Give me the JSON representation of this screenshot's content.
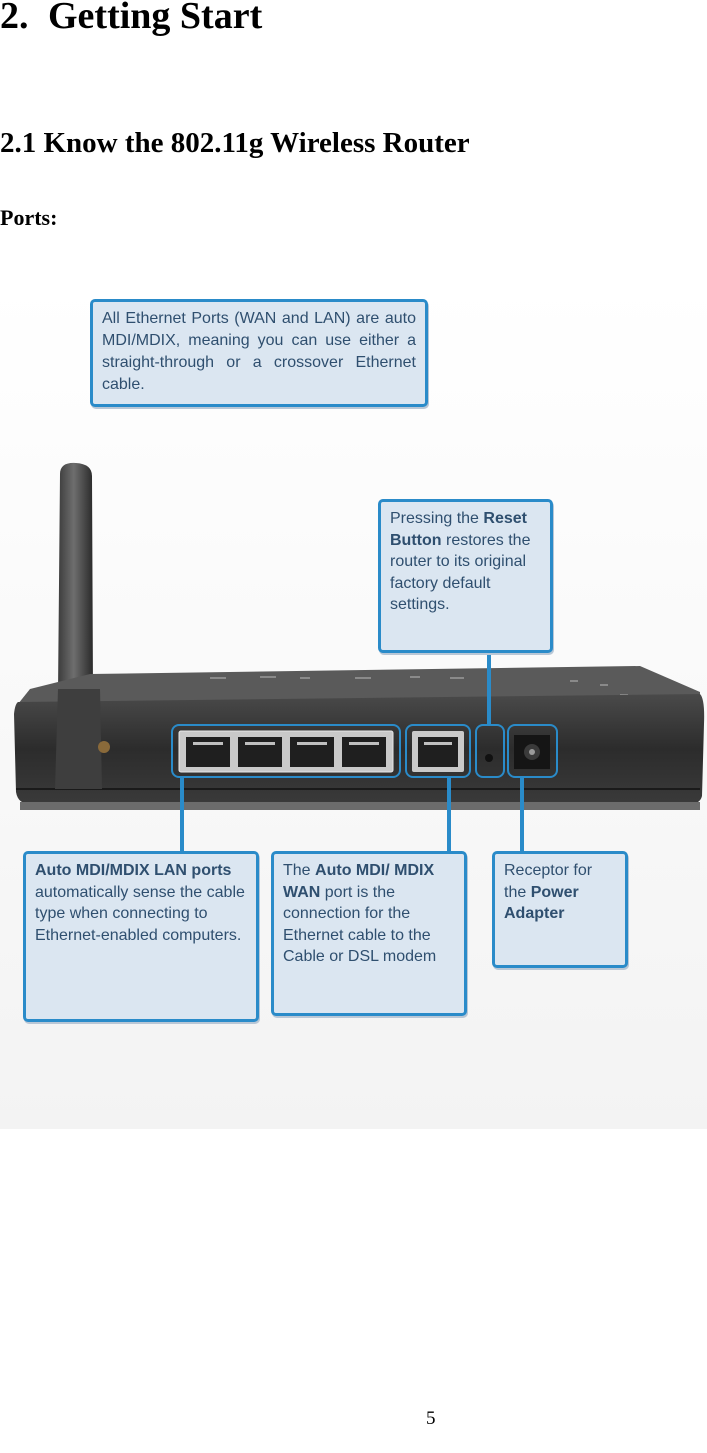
{
  "heading": {
    "number": "2.",
    "title": "Getting Start"
  },
  "section": {
    "title": "2.1 Know the 802.11g Wireless Router"
  },
  "subsection": {
    "title": "Ports:"
  },
  "figure": {
    "callouts": {
      "ethernet": "All Ethernet Ports (WAN and LAN) are auto MDI/MDIX, meaning you can use either a straight-through or a crossover Ethernet cable.",
      "reset": {
        "pre": "Pressing the",
        "bold": "Reset Button",
        "post": "restores the router to its original factory default settings."
      },
      "lan": {
        "bold": "Auto MDI/MDIX LAN ports",
        "post": "automatically sense the cable type when connecting to Ethernet-enabled computers."
      },
      "wan": {
        "pre": "The",
        "bold": "Auto MDI/ MDIX WAN",
        "post": "port is the connection for the Ethernet cable to the Cable or DSL modem"
      },
      "power": {
        "pre": "Receptor for the",
        "bold": "Power Adapter"
      }
    }
  },
  "page_number": "5"
}
